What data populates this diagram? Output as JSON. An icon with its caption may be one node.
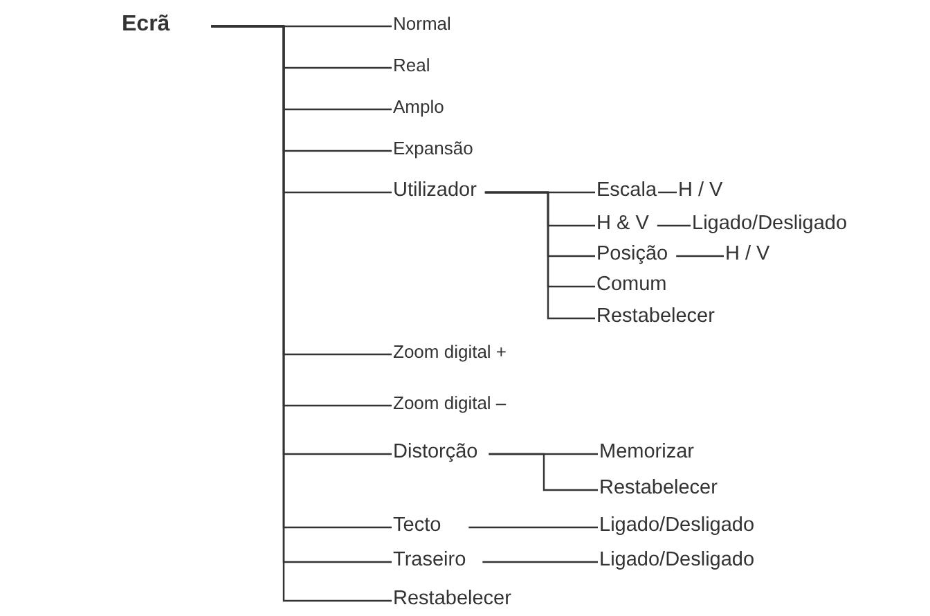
{
  "diagram": {
    "nodes": [
      {
        "text": [
          "Ecrã"
        ]
      },
      {
        "text": [
          "Normal"
        ]
      },
      {
        "text": [
          "Real"
        ]
      },
      {
        "text": [
          "Amplo"
        ]
      },
      {
        "text": [
          "Expansão"
        ]
      },
      {
        "text": [
          "Utilizador"
        ]
      },
      {
        "text": [
          "Escala"
        ]
      },
      {
        "text": [
          "H / V"
        ]
      },
      {
        "text": [
          "H & V"
        ]
      },
      {
        "text": [
          "Ligado/Desligado"
        ]
      },
      {
        "text": [
          "Posição"
        ]
      },
      {
        "text": [
          "H / V"
        ]
      },
      {
        "text": [
          "Comum"
        ]
      },
      {
        "text": [
          "Restabelecer"
        ]
      },
      {
        "text": [
          "Zoom digital +"
        ]
      },
      {
        "text": [
          "Zoom digital –"
        ]
      },
      {
        "text": [
          "Distorção"
        ]
      },
      {
        "text": [
          "Memorizar"
        ]
      },
      {
        "text": [
          "Restabelecer"
        ]
      },
      {
        "text": [
          "Tecto"
        ]
      },
      {
        "text": [
          "Ligado/Desligado"
        ]
      },
      {
        "text": [
          "Traseiro"
        ]
      },
      {
        "text": [
          "Ligado/Desligado"
        ]
      },
      {
        "text": [
          "Restabelecer"
        ]
      }
    ],
    "edges": [
      {
        "from": 0,
        "to": 1,
        "arrow": "none"
      },
      {
        "from": 0,
        "to": 2,
        "arrow": "none"
      },
      {
        "from": 0,
        "to": 3,
        "arrow": "none"
      },
      {
        "from": 0,
        "to": 4,
        "arrow": "none"
      },
      {
        "from": 0,
        "to": 5,
        "arrow": "none"
      },
      {
        "from": 5,
        "to": 6,
        "arrow": "none"
      },
      {
        "from": 6,
        "to": 7,
        "arrow": "none"
      },
      {
        "from": 5,
        "to": 8,
        "arrow": "none"
      },
      {
        "from": 8,
        "to": 9,
        "arrow": "none"
      },
      {
        "from": 5,
        "to": 10,
        "arrow": "none"
      },
      {
        "from": 10,
        "to": 11,
        "arrow": "none"
      },
      {
        "from": 5,
        "to": 12,
        "arrow": "none"
      },
      {
        "from": 5,
        "to": 13,
        "arrow": "none"
      },
      {
        "from": 0,
        "to": 14,
        "arrow": "none"
      },
      {
        "from": 0,
        "to": 15,
        "arrow": "none"
      },
      {
        "from": 0,
        "to": 16,
        "arrow": "none"
      },
      {
        "from": 16,
        "to": 17,
        "arrow": "none"
      },
      {
        "from": 16,
        "to": 18,
        "arrow": "none"
      },
      {
        "from": 0,
        "to": 19,
        "arrow": "none"
      },
      {
        "from": 19,
        "to": 20,
        "arrow": "none"
      },
      {
        "from": 0,
        "to": 21,
        "arrow": "none"
      },
      {
        "from": 21,
        "to": 22,
        "arrow": "none"
      },
      {
        "from": 0,
        "to": 23,
        "arrow": "none"
      }
    ]
  }
}
